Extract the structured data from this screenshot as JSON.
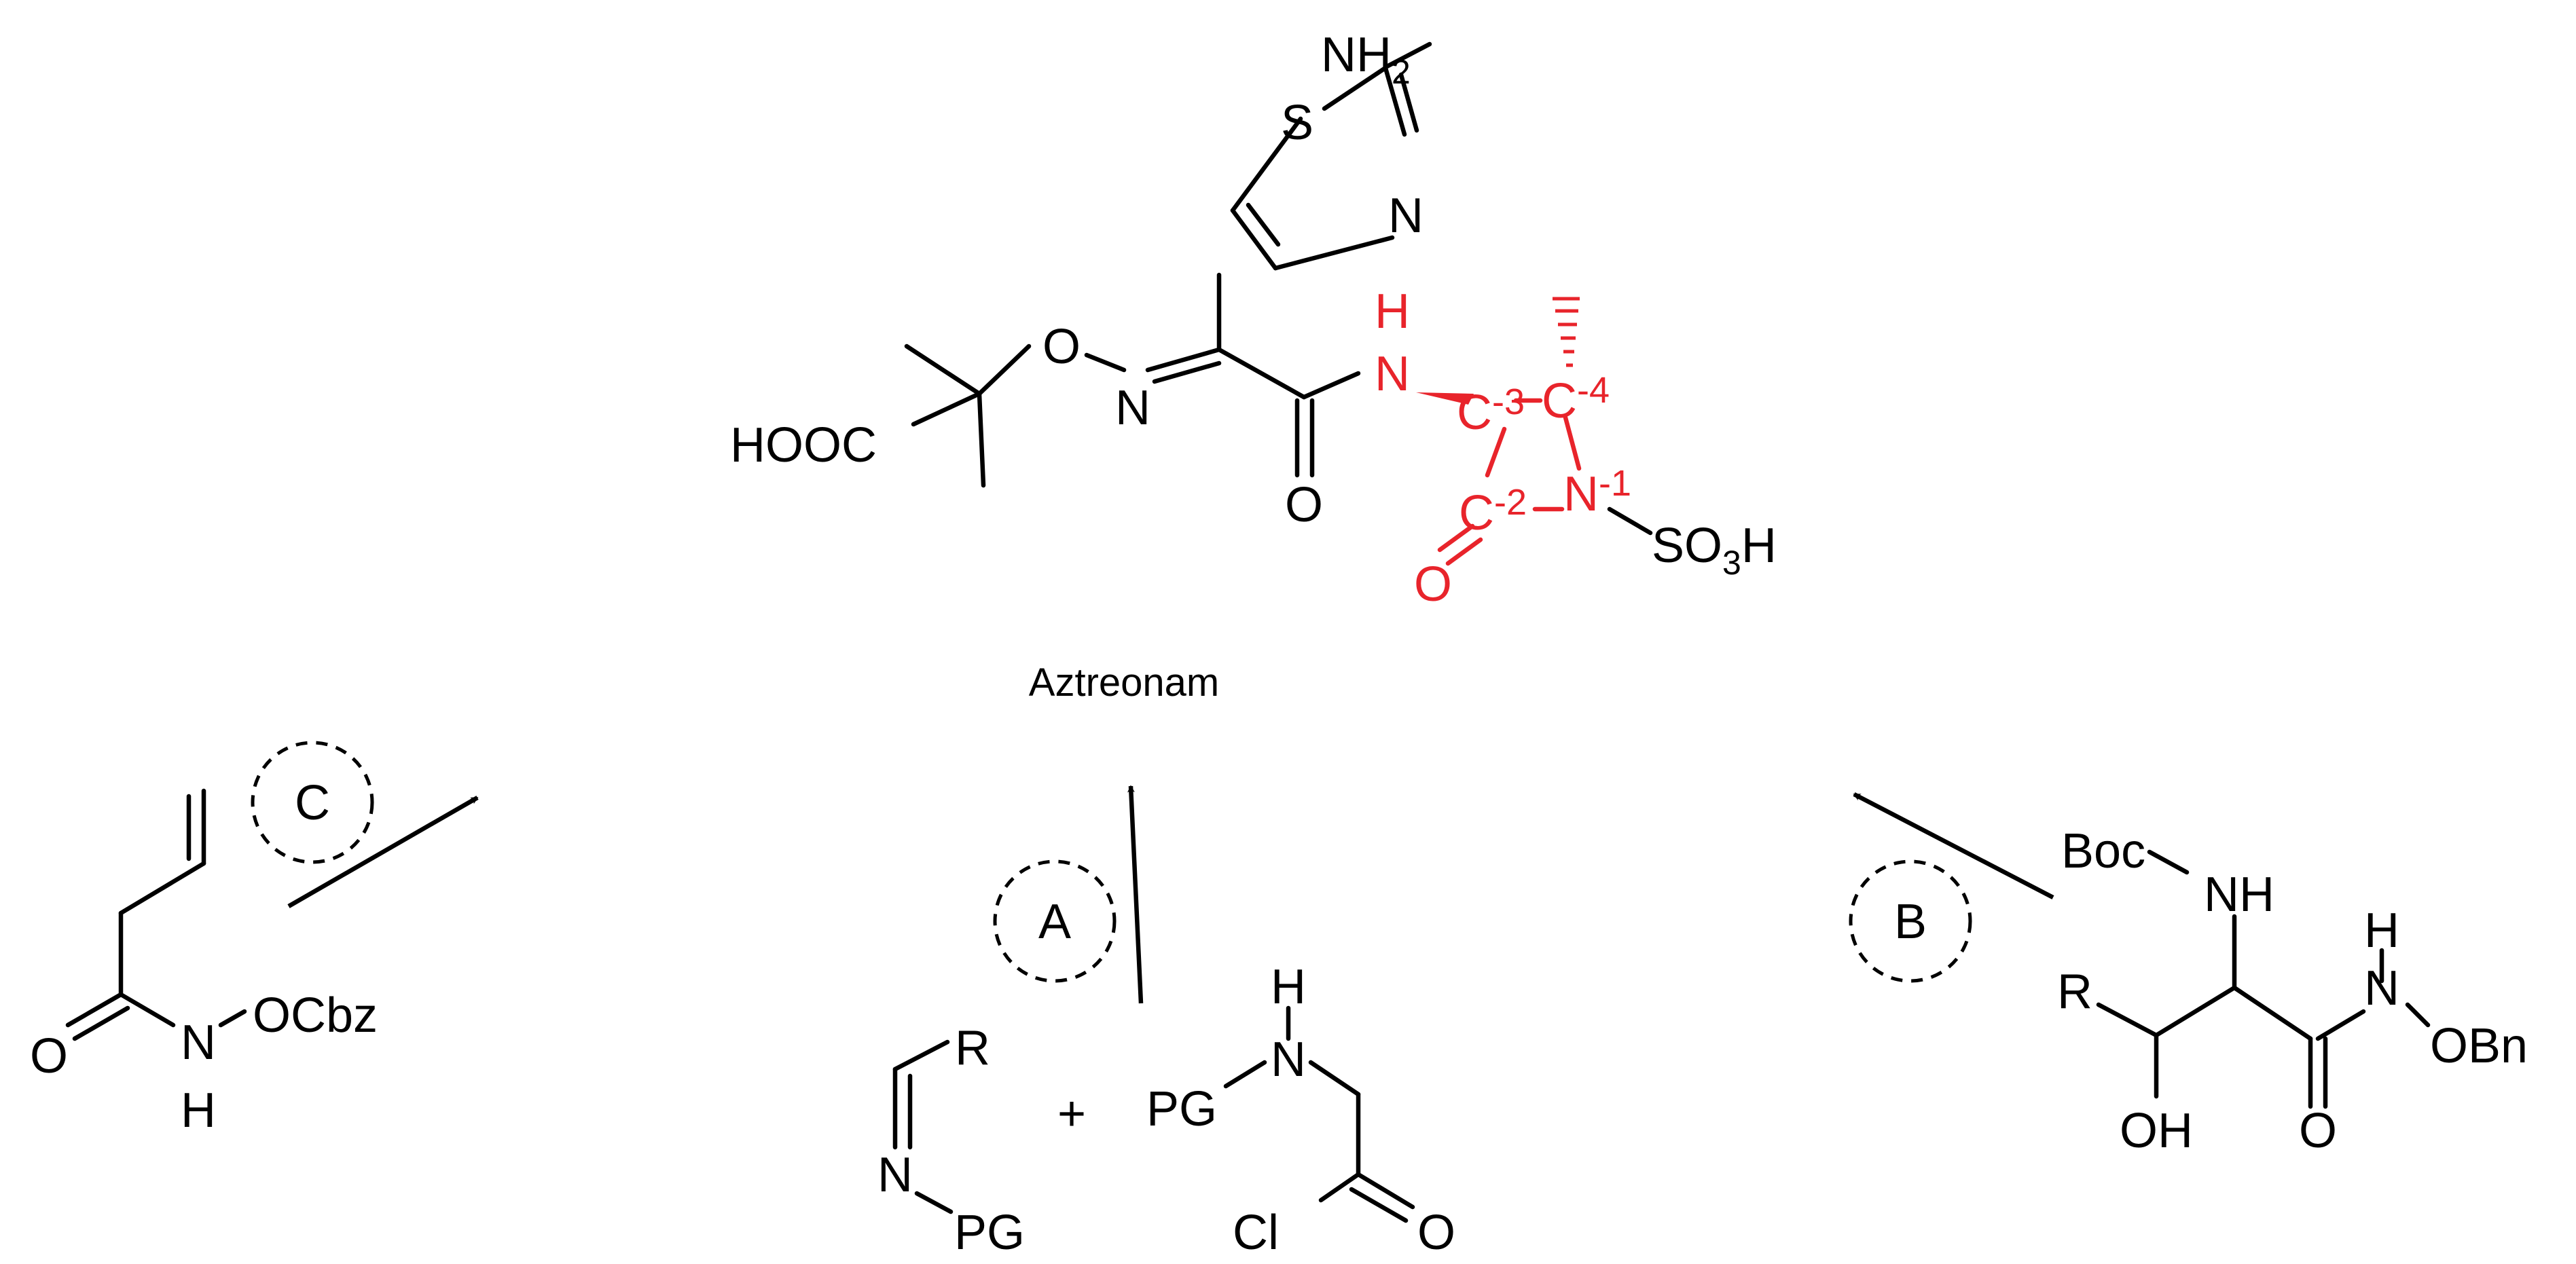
{
  "colors": {
    "ink": "#000000",
    "highlight": "#e8242b",
    "background": "#ffffff"
  },
  "product": {
    "name": "Aztreonam",
    "atoms": {
      "nh2": "NH",
      "nh2_sub": "2",
      "s": "S",
      "n_ring": "N",
      "oxime_o": "O",
      "oxime_n": "N",
      "acid": "HOOC",
      "amide_o": "O"
    },
    "lactam": {
      "h": "H",
      "nh": "N",
      "c3": "C",
      "c3_num": "-3",
      "c4": "C",
      "c4_num": "-4",
      "c2": "C",
      "c2_num": "-2",
      "n1": "N",
      "n1_num": "-1",
      "o": "O"
    },
    "sulfo": {
      "part1": "SO",
      "sub": "3",
      "part2": "H"
    }
  },
  "routes": {
    "a": "A",
    "b": "B",
    "c": "C"
  },
  "route_a": {
    "r": "R",
    "n": "N",
    "pg1": "PG",
    "plus": "+",
    "h": "H",
    "pg2": "PG",
    "n2": "N",
    "cl": "Cl",
    "o": "O"
  },
  "route_b": {
    "boc": "Boc",
    "nh": "NH",
    "r": "R",
    "oh": "OH",
    "h": "H",
    "n": "N",
    "obn": "OBn",
    "o": "O"
  },
  "route_c": {
    "o": "O",
    "n": "N",
    "h": "H",
    "ocbz": "OCbz"
  }
}
